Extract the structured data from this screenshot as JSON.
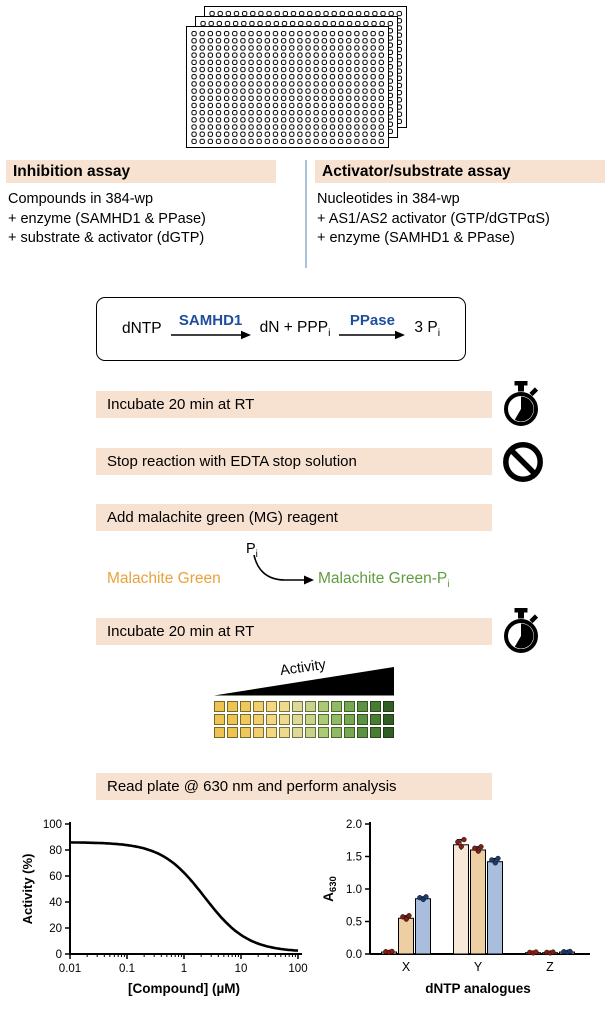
{
  "assays": {
    "inhibition": {
      "title": "Inhibition assay",
      "lines": [
        "Compounds in 384-wp",
        "+ enzyme (SAMHD1 & PPase)",
        "+ substrate & activator (dGTP)"
      ]
    },
    "activator": {
      "title": "Activator/substrate assay",
      "lines": [
        "Nucleotides in 384-wp",
        "+ AS1/AS2 activator (GTP/dGTPαS)",
        "+ enzyme (SAMHD1 & PPase)"
      ]
    }
  },
  "reaction_scheme": {
    "substrate": "dNTP",
    "enzyme1": "SAMHD1",
    "intermediate_base": "dN + PPP",
    "sub_i": "i",
    "enzyme2": "PPase",
    "product_base": "3 P"
  },
  "steps": {
    "incubate1": "Incubate 20 min at RT",
    "stop": "Stop reaction with EDTA stop solution",
    "add_mg": "Add malachite green (MG) reagent",
    "incubate2": "Incubate 20 min at RT",
    "read": "Read plate @ 630 nm and perform analysis"
  },
  "icons": {
    "timer": "stopwatch-icon",
    "stop": "prohibition-icon",
    "plates": "microplate-stack-icon"
  },
  "mg_reaction": {
    "pi_base": "P",
    "pi_sub": "i",
    "reactant": "Malachite Green",
    "product_base": "Malachite Green-P",
    "product_sub": "i"
  },
  "activity_gradient": {
    "label": "Activity",
    "rows": 3,
    "well_colors": [
      "#EFC351",
      "#EFC351",
      "#F0C75B",
      "#F2CF6C",
      "#F4D77E",
      "#EFDA8C",
      "#DEDA94",
      "#C7D386",
      "#ACC974",
      "#90BB63",
      "#75A851",
      "#5C9342",
      "#467D33",
      "#305F24"
    ]
  },
  "colors": {
    "step_bar_bg": "#F7E2D1",
    "enzyme_blue": "#1F4E9F",
    "divider_blue": "#A9C3DC",
    "mg_reactant_orange": "#E8A33C",
    "mg_product_green": "#5F9E3E"
  },
  "chart_data": [
    {
      "type": "line",
      "xlabel": "[Compound] (µM)",
      "ylabel": "Activity (%)",
      "x_scale": "log10",
      "xlim": [
        0.01,
        100
      ],
      "ylim": [
        0,
        100
      ],
      "x_ticks": [
        0.01,
        0.1,
        1,
        10,
        100
      ],
      "x_tick_labels": [
        "0.01",
        "0.1",
        "1",
        "10",
        "100"
      ],
      "y_ticks": [
        0,
        20,
        40,
        60,
        80,
        100
      ],
      "grid": false,
      "line_color": "#000000",
      "curve_model": {
        "type": "4PL_inhibition",
        "top": 86,
        "bottom": 1.5,
        "ic50_uM": 2.3,
        "hill": 1.15
      },
      "sampled_points": [
        [
          0.01,
          86
        ],
        [
          0.03,
          85
        ],
        [
          0.1,
          84
        ],
        [
          0.3,
          80
        ],
        [
          1,
          68
        ],
        [
          3,
          42
        ],
        [
          10,
          18
        ],
        [
          30,
          6
        ],
        [
          100,
          2
        ]
      ]
    },
    {
      "type": "bar",
      "xlabel": "dNTP analogues",
      "ylabel_base": "A",
      "ylabel_sub": "630",
      "ylim": [
        0,
        2
      ],
      "y_ticks": [
        "0.0",
        "0.5",
        "1.0",
        "1.5",
        "2.0"
      ],
      "categories": [
        "X",
        "Y",
        "Z"
      ],
      "grid": false,
      "legend": null,
      "series": [
        {
          "bar_color": "#F7E8D8",
          "dot_color": "#8B1D12",
          "values": [
            0.03,
            1.68,
            0.02
          ],
          "errors": [
            0.01,
            0.08,
            0.01
          ]
        },
        {
          "bar_color": "#EECFA4",
          "dot_color": "#7A2012",
          "values": [
            0.55,
            1.6,
            0.02
          ],
          "errors": [
            0.04,
            0.05,
            0.01
          ]
        },
        {
          "bar_color": "#A9BEDC",
          "dot_color": "#1E3A6E",
          "values": [
            0.85,
            1.42,
            0.03
          ],
          "errors": [
            0.03,
            0.05,
            0.01
          ]
        }
      ]
    }
  ]
}
